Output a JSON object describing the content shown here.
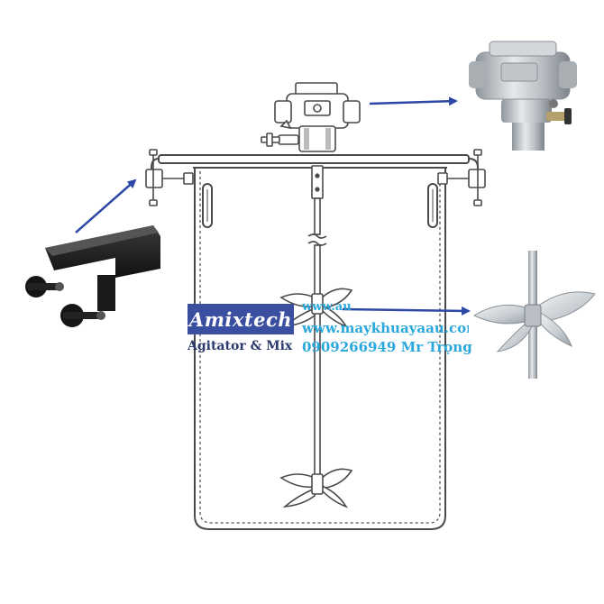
{
  "brand": {
    "name": "Amixtech",
    "tagline": "Agitator & Mix",
    "box_color": "#3a4fa0"
  },
  "watermark": {
    "line1": "www.au",
    "line2": "www.maykhuayaau.com",
    "line3": "0909266949 Mr Trọng",
    "color": "#2aa7dd"
  },
  "colors": {
    "arrow": "#2e48a6",
    "outline": "#4a4a4a"
  },
  "components": {
    "motor": "air-motor-icon",
    "motor_detail": "air-motor-photo",
    "clamp_detail": "mounting-clamp-photo",
    "impeller_detail": "propeller-impeller-photo"
  }
}
